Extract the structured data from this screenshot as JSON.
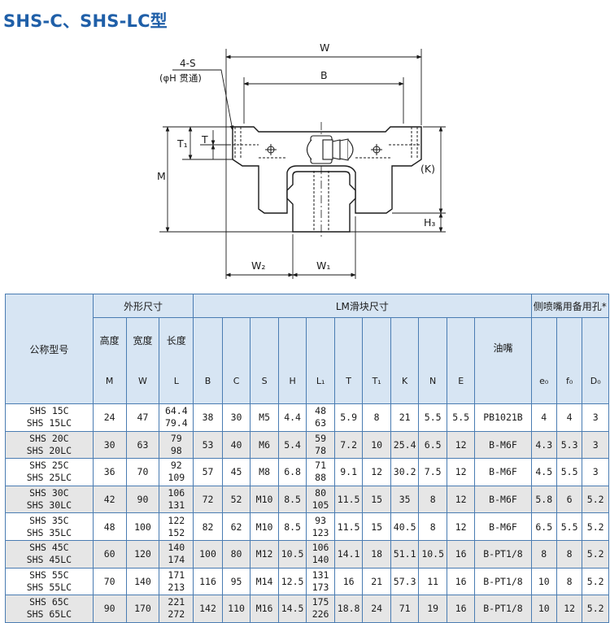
{
  "title": "SHS-C、SHS-LC型",
  "drawing": {
    "labels": {
      "hole_spec": "4-S",
      "hole_note": "(φH 贯通)",
      "W": "W",
      "B": "B",
      "T1": "T₁",
      "T": "T",
      "M": "M",
      "K": "(K)",
      "H3": "H₃",
      "W2": "W₂",
      "W1": "W₁"
    }
  },
  "table": {
    "group_headers": {
      "model": "公称型号",
      "outer": "外形尺寸",
      "block": "LM滑块尺寸",
      "side": "侧喷嘴用备用孔*"
    },
    "columns": [
      {
        "name": "高度",
        "sym": "M"
      },
      {
        "name": "宽度",
        "sym": "W"
      },
      {
        "name": "长度",
        "sym": "L"
      },
      {
        "name": "",
        "sym": "B"
      },
      {
        "name": "",
        "sym": "C"
      },
      {
        "name": "",
        "sym": "S"
      },
      {
        "name": "",
        "sym": "H"
      },
      {
        "name": "",
        "sym": "L₁"
      },
      {
        "name": "",
        "sym": "T"
      },
      {
        "name": "",
        "sym": "T₁"
      },
      {
        "name": "",
        "sym": "K"
      },
      {
        "name": "",
        "sym": "N"
      },
      {
        "name": "",
        "sym": "E"
      },
      {
        "name": "油嘴",
        "sym": ""
      },
      {
        "name": "",
        "sym": "e₀"
      },
      {
        "name": "",
        "sym": "f₀"
      },
      {
        "name": "",
        "sym": "D₀"
      }
    ],
    "rows": [
      {
        "models": [
          "SHS 15C",
          "SHS 15LC"
        ],
        "M": "24",
        "W": "47",
        "L": [
          "64.4",
          "79.4"
        ],
        "B": "38",
        "C": "30",
        "S": "M5",
        "H": "4.4",
        "L1": [
          "48",
          "63"
        ],
        "T": "5.9",
        "T1": "8",
        "K": "21",
        "N": "5.5",
        "E": "5.5",
        "nipple": "PB1021B",
        "e0": "4",
        "f0": "4",
        "D0": "3"
      },
      {
        "models": [
          "SHS 20C",
          "SHS 20LC"
        ],
        "M": "30",
        "W": "63",
        "L": [
          "79",
          "98"
        ],
        "B": "53",
        "C": "40",
        "S": "M6",
        "H": "5.4",
        "L1": [
          "59",
          "78"
        ],
        "T": "7.2",
        "T1": "10",
        "K": "25.4",
        "N": "6.5",
        "E": "12",
        "nipple": "B-M6F",
        "e0": "4.3",
        "f0": "5.3",
        "D0": "3"
      },
      {
        "models": [
          "SHS 25C",
          "SHS 25LC"
        ],
        "M": "36",
        "W": "70",
        "L": [
          "92",
          "109"
        ],
        "B": "57",
        "C": "45",
        "S": "M8",
        "H": "6.8",
        "L1": [
          "71",
          "88"
        ],
        "T": "9.1",
        "T1": "12",
        "K": "30.2",
        "N": "7.5",
        "E": "12",
        "nipple": "B-M6F",
        "e0": "4.5",
        "f0": "5.5",
        "D0": "3"
      },
      {
        "models": [
          "SHS 30C",
          "SHS 30LC"
        ],
        "M": "42",
        "W": "90",
        "L": [
          "106",
          "131"
        ],
        "B": "72",
        "C": "52",
        "S": "M10",
        "H": "8.5",
        "L1": [
          "80",
          "105"
        ],
        "T": "11.5",
        "T1": "15",
        "K": "35",
        "N": "8",
        "E": "12",
        "nipple": "B-M6F",
        "e0": "5.8",
        "f0": "6",
        "D0": "5.2"
      },
      {
        "models": [
          "SHS 35C",
          "SHS 35LC"
        ],
        "M": "48",
        "W": "100",
        "L": [
          "122",
          "152"
        ],
        "B": "82",
        "C": "62",
        "S": "M10",
        "H": "8.5",
        "L1": [
          "93",
          "123"
        ],
        "T": "11.5",
        "T1": "15",
        "K": "40.5",
        "N": "8",
        "E": "12",
        "nipple": "B-M6F",
        "e0": "6.5",
        "f0": "5.5",
        "D0": "5.2"
      },
      {
        "models": [
          "SHS 45C",
          "SHS 45LC"
        ],
        "M": "60",
        "W": "120",
        "L": [
          "140",
          "174"
        ],
        "B": "100",
        "C": "80",
        "S": "M12",
        "H": "10.5",
        "L1": [
          "106",
          "140"
        ],
        "T": "14.1",
        "T1": "18",
        "K": "51.1",
        "N": "10.5",
        "E": "16",
        "nipple": "B-PT1/8",
        "e0": "8",
        "f0": "8",
        "D0": "5.2"
      },
      {
        "models": [
          "SHS 55C",
          "SHS 55LC"
        ],
        "M": "70",
        "W": "140",
        "L": [
          "171",
          "213"
        ],
        "B": "116",
        "C": "95",
        "S": "M14",
        "H": "12.5",
        "L1": [
          "131",
          "173"
        ],
        "T": "16",
        "T1": "21",
        "K": "57.3",
        "N": "11",
        "E": "16",
        "nipple": "B-PT1/8",
        "e0": "10",
        "f0": "8",
        "D0": "5.2"
      },
      {
        "models": [
          "SHS 65C",
          "SHS 65LC"
        ],
        "M": "90",
        "W": "170",
        "L": [
          "221",
          "272"
        ],
        "B": "142",
        "C": "110",
        "S": "M16",
        "H": "14.5",
        "L1": [
          "175",
          "226"
        ],
        "T": "18.8",
        "T1": "24",
        "K": "71",
        "N": "19",
        "E": "16",
        "nipple": "B-PT1/8",
        "e0": "10",
        "f0": "12",
        "D0": "5.2"
      }
    ]
  }
}
